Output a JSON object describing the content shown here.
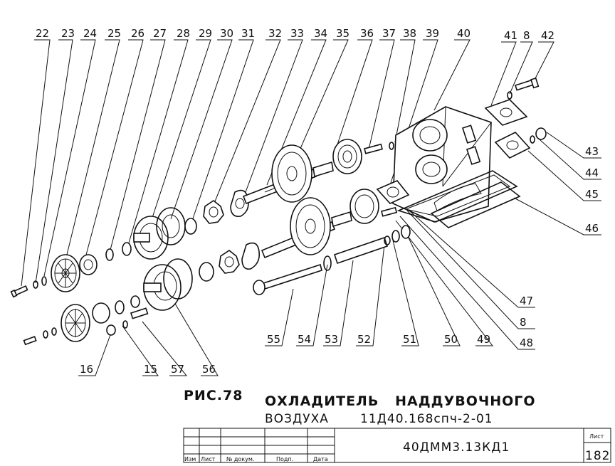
{
  "figure": {
    "label": "РИС.78",
    "title_line1": "ОХЛАДИТЕЛЬ   НАДДУВОЧНОГО",
    "title_line2_a": "ВОЗДУХА",
    "title_line2_b": "11Д40.168спч-2-01"
  },
  "top_labels": [
    "22",
    "23",
    "24",
    "25",
    "26",
    "27",
    "28",
    "29",
    "30",
    "31",
    "32",
    "33",
    "34",
    "35",
    "36",
    "37",
    "38",
    "39",
    "40",
    "41",
    "8",
    "42"
  ],
  "right_labels": [
    "43",
    "44",
    "45",
    "46",
    "47",
    "8",
    "48"
  ],
  "bottom_labels": [
    "16",
    "15",
    "57",
    "56",
    "55",
    "54",
    "53",
    "52",
    "51",
    "50",
    "49"
  ],
  "stamp": {
    "doc_number": "40ДММ3.13КД1",
    "sheet_label": "Лист",
    "sheet_number": "182",
    "columns": [
      "Изм",
      "Лист",
      "№ докум.",
      "Подп.",
      "Дата"
    ]
  },
  "colors": {
    "ink": "#111111",
    "paper": "#ffffff"
  }
}
